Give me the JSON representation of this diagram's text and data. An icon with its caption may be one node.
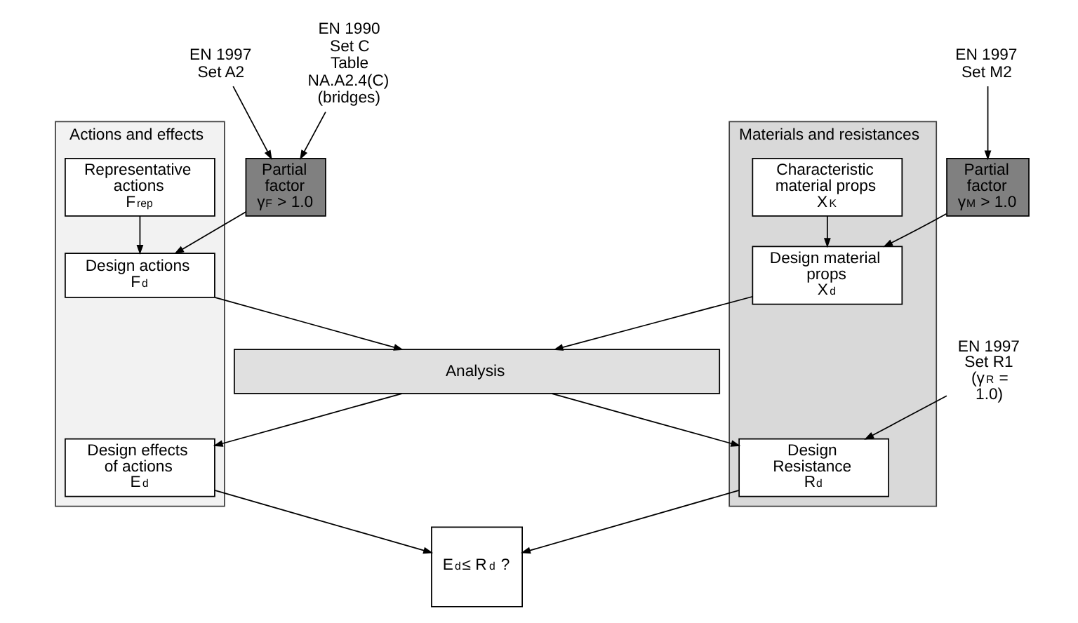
{
  "diagram": {
    "nodes": [
      {
        "text": [
          "Actions and effects"
        ]
      },
      {
        "text": [
          "Representative actions",
          "F$_{rep}$"
        ],
        "in": 0
      },
      {
        "text": [
          "Design actions",
          "F$_{d}$"
        ],
        "in": 0
      },
      {
        "text": [
          "Design effects of actions",
          "E$_{d}$"
        ],
        "in": 0
      },
      {
        "text": [
          "Materials and resistances"
        ]
      },
      {
        "text": [
          "Characteristic material props",
          "X$_{K}$"
        ],
        "in": 4
      },
      {
        "text": [
          "Design material props",
          "X$_{d}$"
        ],
        "in": 4
      },
      {
        "text": [
          "Design Resistance",
          "R$_{d}$"
        ],
        "in": 4
      },
      {
        "text": [
          "Analysis"
        ]
      },
      {
        "text": [
          "Partial factor γ$_{F}$ > 1.0"
        ]
      },
      {
        "text": [
          "Partial factor γ$_{M}$ > 1.0"
        ]
      },
      {
        "text": [
          "EN 1997 Set A2"
        ]
      },
      {
        "text": [
          "EN 1990 Set C Table NA.A2.4(C) (bridges)"
        ]
      },
      {
        "text": [
          "EN 1997 Set M2"
        ]
      },
      {
        "text": [
          "EN 1997 Set R1 (γ$_{R}$ = 1.0)"
        ]
      },
      {
        "text": [
          "E$_{d}$≤ R$_{d}$ ?"
        ]
      }
    ],
    "edges": [
      {
        "from": 11,
        "to": 9,
        "arrow": "to"
      },
      {
        "from": 12,
        "to": 9,
        "arrow": "to"
      },
      {
        "from": 9,
        "to": 2,
        "arrow": "to"
      },
      {
        "from": 1,
        "to": 2,
        "arrow": "to"
      },
      {
        "from": 2,
        "to": 8,
        "arrow": "to"
      },
      {
        "from": 8,
        "to": 3,
        "arrow": "to"
      },
      {
        "from": 13,
        "to": 10,
        "arrow": "to"
      },
      {
        "from": 5,
        "to": 6,
        "arrow": "to"
      },
      {
        "from": 10,
        "to": 6,
        "arrow": "to"
      },
      {
        "from": 6,
        "to": 8,
        "arrow": "to"
      },
      {
        "from": 8,
        "to": 7,
        "arrow": "to"
      },
      {
        "from": 14,
        "to": 7,
        "arrow": "to"
      },
      {
        "from": 3,
        "to": 15,
        "arrow": "to"
      },
      {
        "from": 7,
        "to": 15,
        "arrow": "to"
      }
    ]
  }
}
